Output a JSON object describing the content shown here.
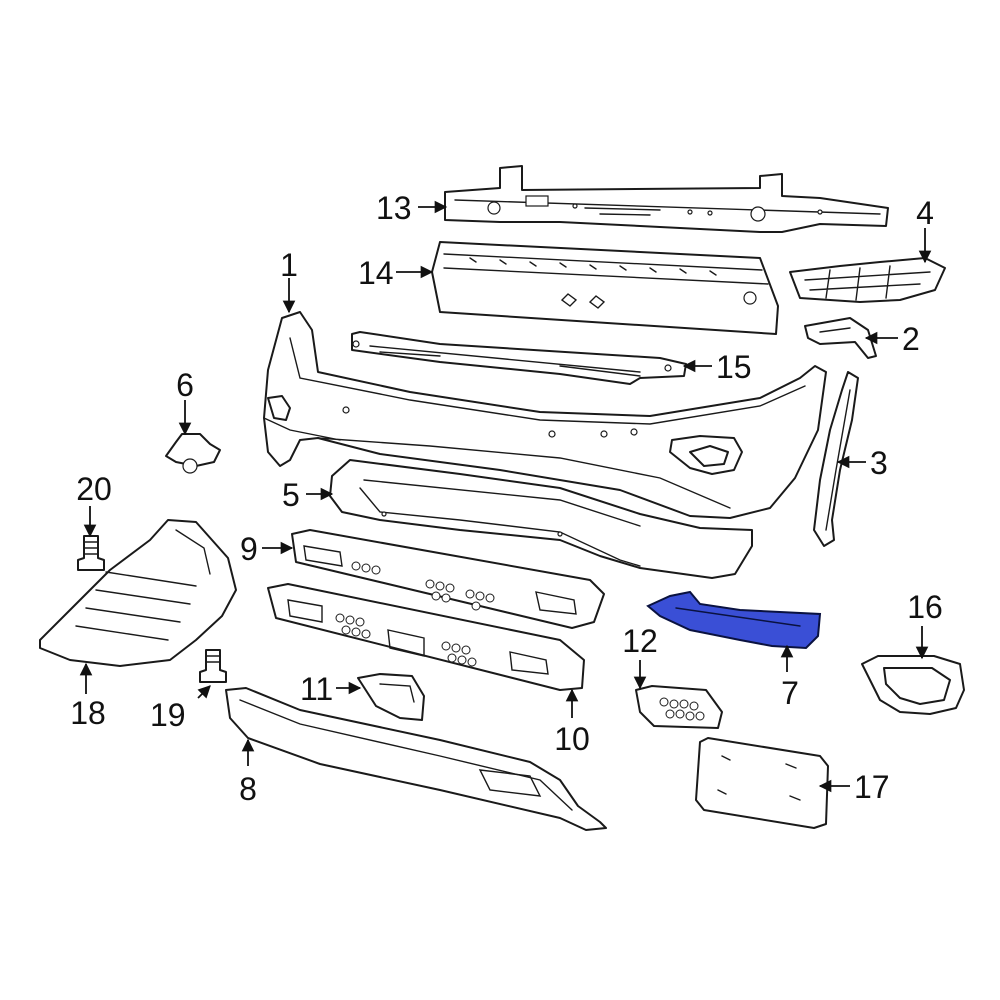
{
  "diagram": {
    "highlight_color": "#3a4fd6",
    "callouts": {
      "c1": "1",
      "c2": "2",
      "c3": "3",
      "c4": "4",
      "c5": "5",
      "c6": "6",
      "c7": "7",
      "c8": "8",
      "c9": "9",
      "c10": "10",
      "c11": "11",
      "c12": "12",
      "c13": "13",
      "c14": "14",
      "c15": "15",
      "c16": "16",
      "c17": "17",
      "c18": "18",
      "c19": "19",
      "c20": "20"
    }
  }
}
